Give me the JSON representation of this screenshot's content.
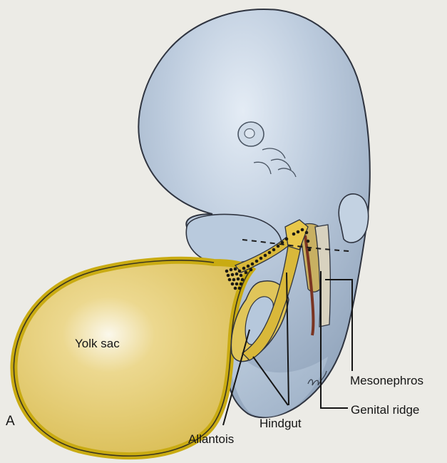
{
  "figure": {
    "panel_letter": "A",
    "labels": {
      "yolk_sac": "Yolk sac",
      "mesonephros": "Mesonephros",
      "genital_ridge": "Genital ridge",
      "hindgut": "Hindgut",
      "allantois": "Allantois"
    }
  },
  "colors": {
    "page": "#ecebe6",
    "embryo_body": "#b6c8dc",
    "embryo_outline": "#2f3440",
    "yolk_fill": "#e2c766",
    "yolk_rim": "#c9ab12",
    "gut": "#d9b83a",
    "mesonephros": "#7a3422",
    "germ_cells": "#1c1a14"
  }
}
